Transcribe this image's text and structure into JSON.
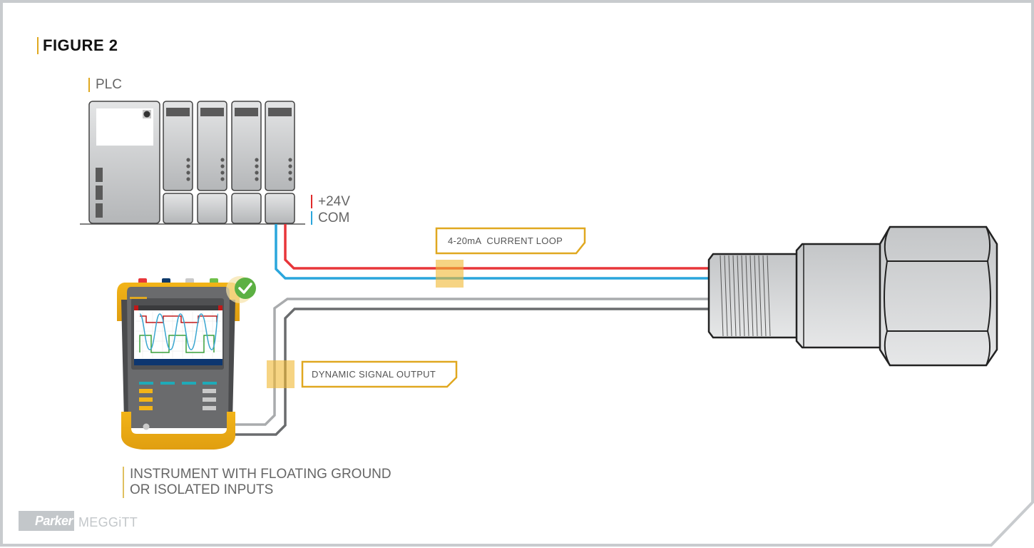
{
  "figure": {
    "title": "FIGURE 2"
  },
  "plc": {
    "label": "PLC"
  },
  "wires": {
    "supply_label": "+24V",
    "common_label": "COM",
    "colors": {
      "supply": "#e8363a",
      "common": "#2aa6dc",
      "signal_light": "#a9abad",
      "signal_dark": "#6a6c6e"
    }
  },
  "callouts": {
    "current_loop": "4-20mA  CURRENT LOOP",
    "dynamic_signal": "DYNAMIC SIGNAL OUTPUT",
    "accent_color": "#e0a820"
  },
  "instrument": {
    "label_line1": "INSTRUMENT WITH FLOATING GROUND",
    "label_line2": "OR ISOLATED INPUTS",
    "status_icon": "check-icon",
    "status_color": "#5cb043"
  },
  "branding": {
    "logo1": "Parker",
    "logo2": "MEGGiTT"
  }
}
